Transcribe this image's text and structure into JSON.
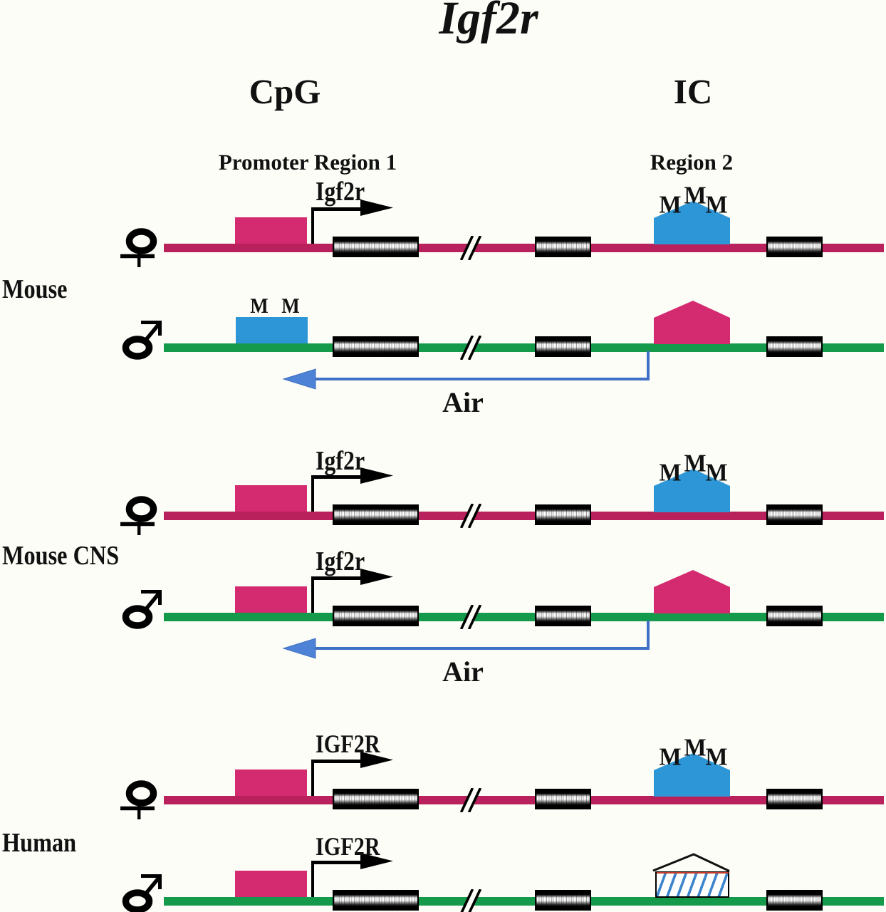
{
  "title": "Igf2r",
  "headers": {
    "cpg": "CpG",
    "ic": "IC",
    "region1": "Promoter Region 1",
    "region2": "Region 2"
  },
  "groups": [
    {
      "label": "Mouse"
    },
    {
      "label": "Mouse CNS"
    },
    {
      "label": "Human"
    }
  ],
  "labels": {
    "mouse_gene": "Igf2r",
    "human_gene": "IGF2R",
    "air": "Air",
    "methyl": "M"
  },
  "colors": {
    "maternal_line": "#b8215b",
    "paternal_line": "#149a4a",
    "promoter_box": "#d42a70",
    "methylated_blue": "#2d96d6",
    "air_arrow": "#3f70c8",
    "hatch_blue": "#3c85cc",
    "background": "#fdfdf8"
  }
}
